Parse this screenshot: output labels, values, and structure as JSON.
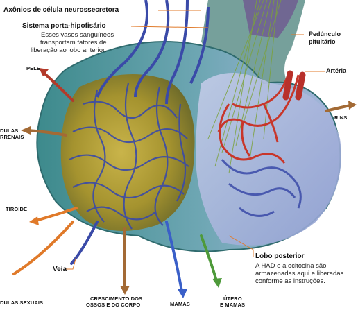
{
  "labels": {
    "axons": "Axônios de célula neurossecretora",
    "portal_title": "Sistema porta-hipofisário",
    "portal_desc_1": "Esses vasos sanguíneos",
    "portal_desc_2": "transportam fatores de",
    "portal_desc_3": "liberação ao lobo anterior.",
    "stalk_1": "Pedúnculo",
    "stalk_2": "pituitário",
    "artery": "Artéria",
    "skin": "PELE",
    "adrenal_1": "DULAS",
    "adrenal_2": "RRENAIS",
    "kidneys": "RINS",
    "thyroid": "TIROIDE",
    "vein": "Veia",
    "posterior_title": "Lobo posterior",
    "posterior_desc_1": "A HAD e a ocitocina são",
    "posterior_desc_2": "armazenadas aqui e liberadas",
    "posterior_desc_3": "conforme as instruções.",
    "sexual_glands": "DULAS SEXUAIS",
    "growth_1": "CRESCIMENTO DOS",
    "growth_2": "OSSOS E DO CORPO",
    "breasts": "MAMAS",
    "uterus_1": "ÚTERO",
    "uterus_2": "E MAMAS"
  },
  "colors": {
    "anterior_lobe": "#9c8a2c",
    "lobe_outline": "#4f8f92",
    "posterior_lobe": "#a9b8dc",
    "vein": "#3a4aa8",
    "artery": "#c8362a",
    "arrow_orange": "#e07a2a",
    "arrow_brown": "#a36a35",
    "arrow_blue": "#3a5fc8",
    "arrow_green": "#4e9a3a",
    "arrow_purple": "#6b4fa8",
    "leader": "#e07a2a"
  }
}
